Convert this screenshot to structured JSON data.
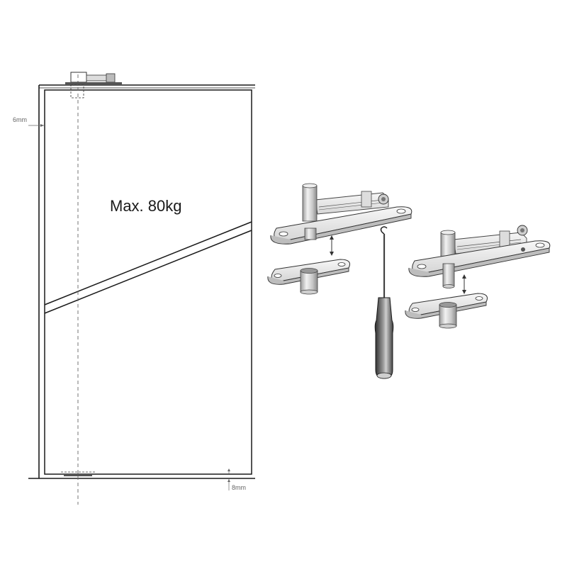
{
  "title_weight": "Max. 80kg",
  "dimension_top": "6mm",
  "dimension_bottom": "8mm",
  "colors": {
    "line": "#1a1a1a",
    "dashed": "#666666",
    "metal_light": "#e9e9e9",
    "metal_mid": "#bdbdbd",
    "metal_dark": "#7a7a7a"
  },
  "icons": {
    "pivot_top": "pivot-hinge-icon",
    "pivot_bottom": "pivot-plate-icon",
    "tool": "screwdriver-icon",
    "arrow": "double-arrow-icon"
  }
}
